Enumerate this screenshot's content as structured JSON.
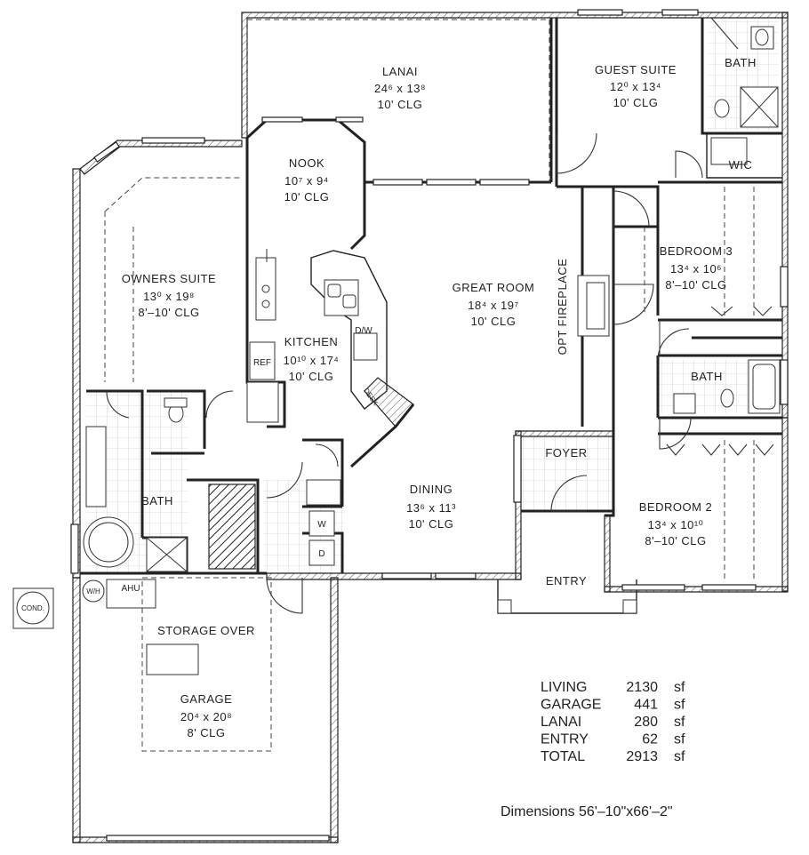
{
  "rooms": {
    "lanai": {
      "name": "LANAI",
      "size": "24⁶ x 13⁸",
      "ceiling": "10' CLG"
    },
    "guest_suite": {
      "name": "GUEST SUITE",
      "size": "12⁰ x 13⁴",
      "ceiling": "10' CLG"
    },
    "guest_bath": {
      "name": "BATH"
    },
    "wic": {
      "name": "WIC"
    },
    "nook": {
      "name": "NOOK",
      "size": "10⁷ x 9⁴",
      "ceiling": "10' CLG"
    },
    "owners_suite": {
      "name": "OWNERS SUITE",
      "size": "13⁰ x 19⁸",
      "ceiling": "8'–10' CLG"
    },
    "great_room": {
      "name": "GREAT ROOM",
      "size": "18⁴ x 19⁷",
      "ceiling": "10' CLG"
    },
    "bedroom3": {
      "name": "BEDROOM 3",
      "size": "13⁴ x 10⁶",
      "ceiling": "8'–10' CLG"
    },
    "kitchen": {
      "name": "KITCHEN",
      "size": "10¹⁰ x 17⁴",
      "ceiling": "10' CLG"
    },
    "fireplace": {
      "name": "OPT FIREPLACE"
    },
    "bath_mid": {
      "name": "BATH"
    },
    "owners_bath": {
      "name": "BATH"
    },
    "foyer": {
      "name": "FOYER"
    },
    "dining": {
      "name": "DINING",
      "size": "13⁶ x 11³",
      "ceiling": "10' CLG"
    },
    "bedroom2": {
      "name": "BEDROOM 2",
      "size": "13⁴ x 10¹⁰",
      "ceiling": "8'–10' CLG"
    },
    "entry": {
      "name": "ENTRY"
    },
    "storage": {
      "name": "STORAGE OVER"
    },
    "garage": {
      "name": "GARAGE",
      "size": "20⁴ x 20⁸",
      "ceiling": "8' CLG"
    }
  },
  "fixtures": {
    "ref": "REF",
    "dw": "D/W",
    "desk": "DESK",
    "washer": "W",
    "dryer": "D",
    "water_heater": "W/H",
    "ahu": "AHU",
    "cond": "COND."
  },
  "area_summary": [
    {
      "label": "LIVING",
      "value": "2130",
      "unit": "sf"
    },
    {
      "label": "GARAGE",
      "value": "441",
      "unit": "sf"
    },
    {
      "label": "LANAI",
      "value": "280",
      "unit": "sf"
    },
    {
      "label": "ENTRY",
      "value": "62",
      "unit": "sf"
    },
    {
      "label": "TOTAL",
      "value": "2913",
      "unit": "sf"
    }
  ],
  "dimensions": "Dimensions 56'–10\"x66'–2\""
}
